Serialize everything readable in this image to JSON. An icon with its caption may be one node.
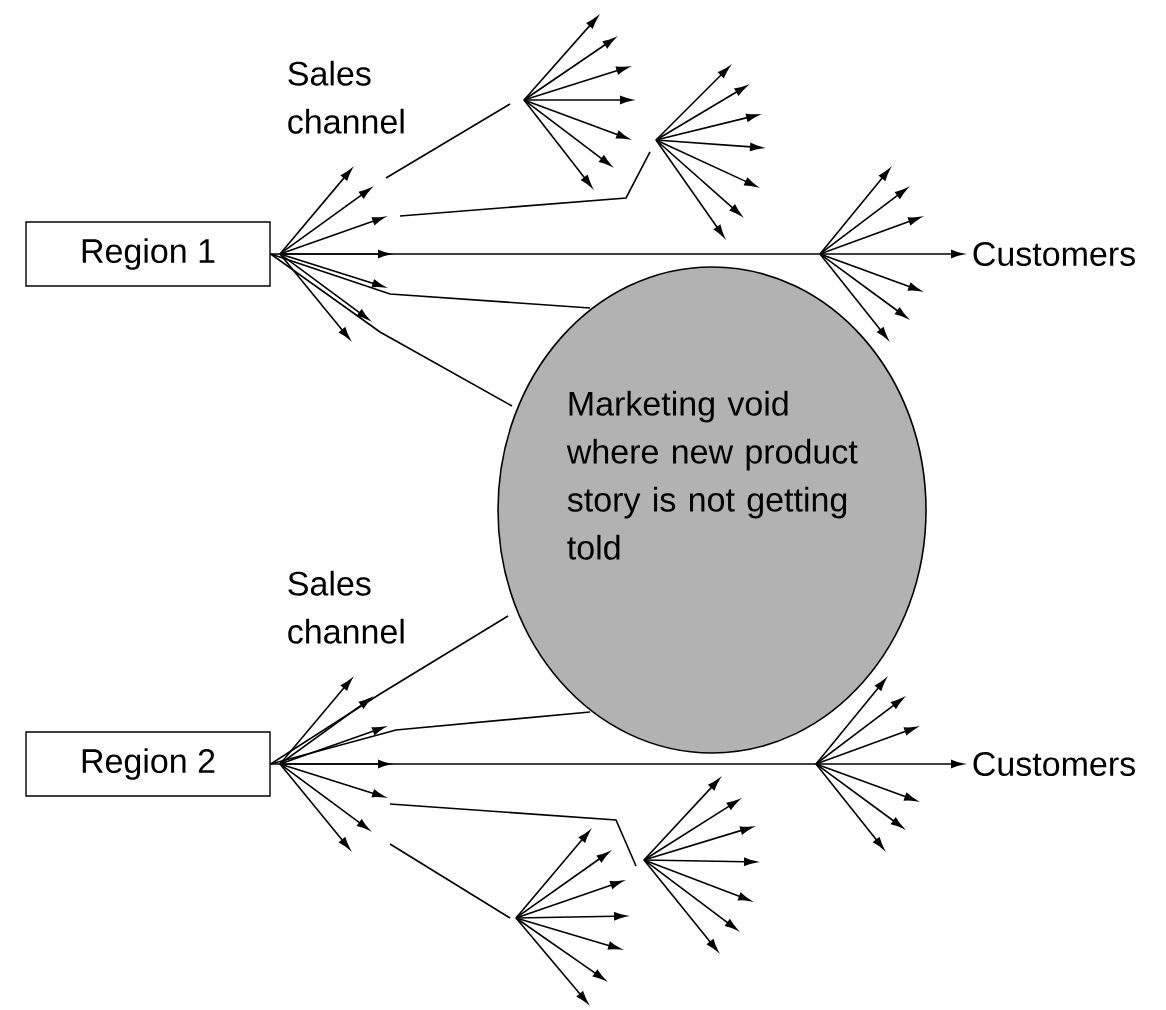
{
  "diagram": {
    "nodes": [
      {
        "text": [
          "Region 1"
        ]
      },
      {
        "text": [
          "Customers"
        ]
      },
      {
        "text": [
          "Marketing void where new product story is not getting told"
        ]
      },
      {
        "text": [
          "Region 2"
        ]
      },
      {
        "text": [
          "Customers"
        ]
      }
    ],
    "edges": [
      {
        "from": 0,
        "to": 1,
        "arrow": "to"
      },
      {
        "from": 0,
        "to": 2,
        "arrow": "none"
      },
      {
        "from": 0,
        "to": 2,
        "arrow": "none"
      },
      {
        "from": 3,
        "to": 2,
        "arrow": "none"
      },
      {
        "from": 3,
        "to": 2,
        "arrow": "none"
      },
      {
        "from": 3,
        "to": 4,
        "arrow": "to"
      }
    ],
    "labels": [
      "Sales channel",
      "Sales channel"
    ]
  }
}
